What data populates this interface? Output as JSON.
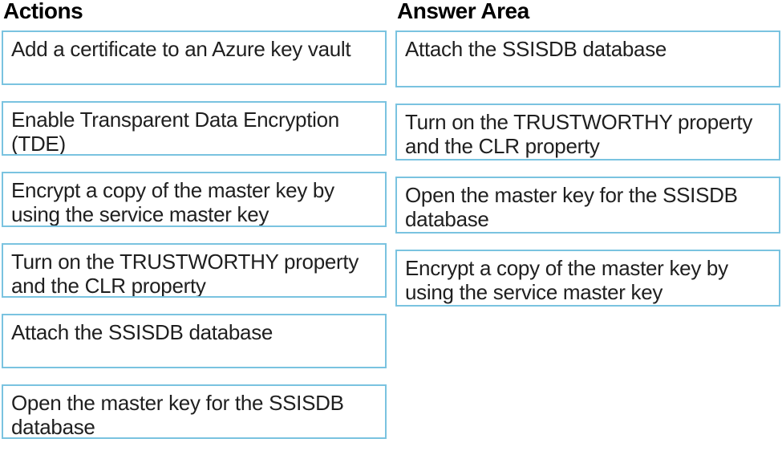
{
  "page": {
    "background_color": "#ffffff",
    "card_border_color": "#7ac3e0",
    "text_color": "#1f1f1f"
  },
  "actions": {
    "heading": "Actions",
    "items": [
      "Add a certificate to an Azure key vault",
      "Enable Transparent Data Encryption (TDE)",
      "Encrypt a copy of the master key by using the service master key",
      "Turn on the TRUSTWORTHY property and the CLR property",
      "Attach the SSISDB database",
      "Open the master key for the SSISDB database"
    ]
  },
  "answer_area": {
    "heading": "Answer Area",
    "items": [
      "Attach the SSISDB database",
      "Turn on the TRUSTWORTHY property and the CLR property",
      "Open the master key for the SSISDB database",
      "Encrypt a copy of the master key by using the service master key"
    ]
  }
}
